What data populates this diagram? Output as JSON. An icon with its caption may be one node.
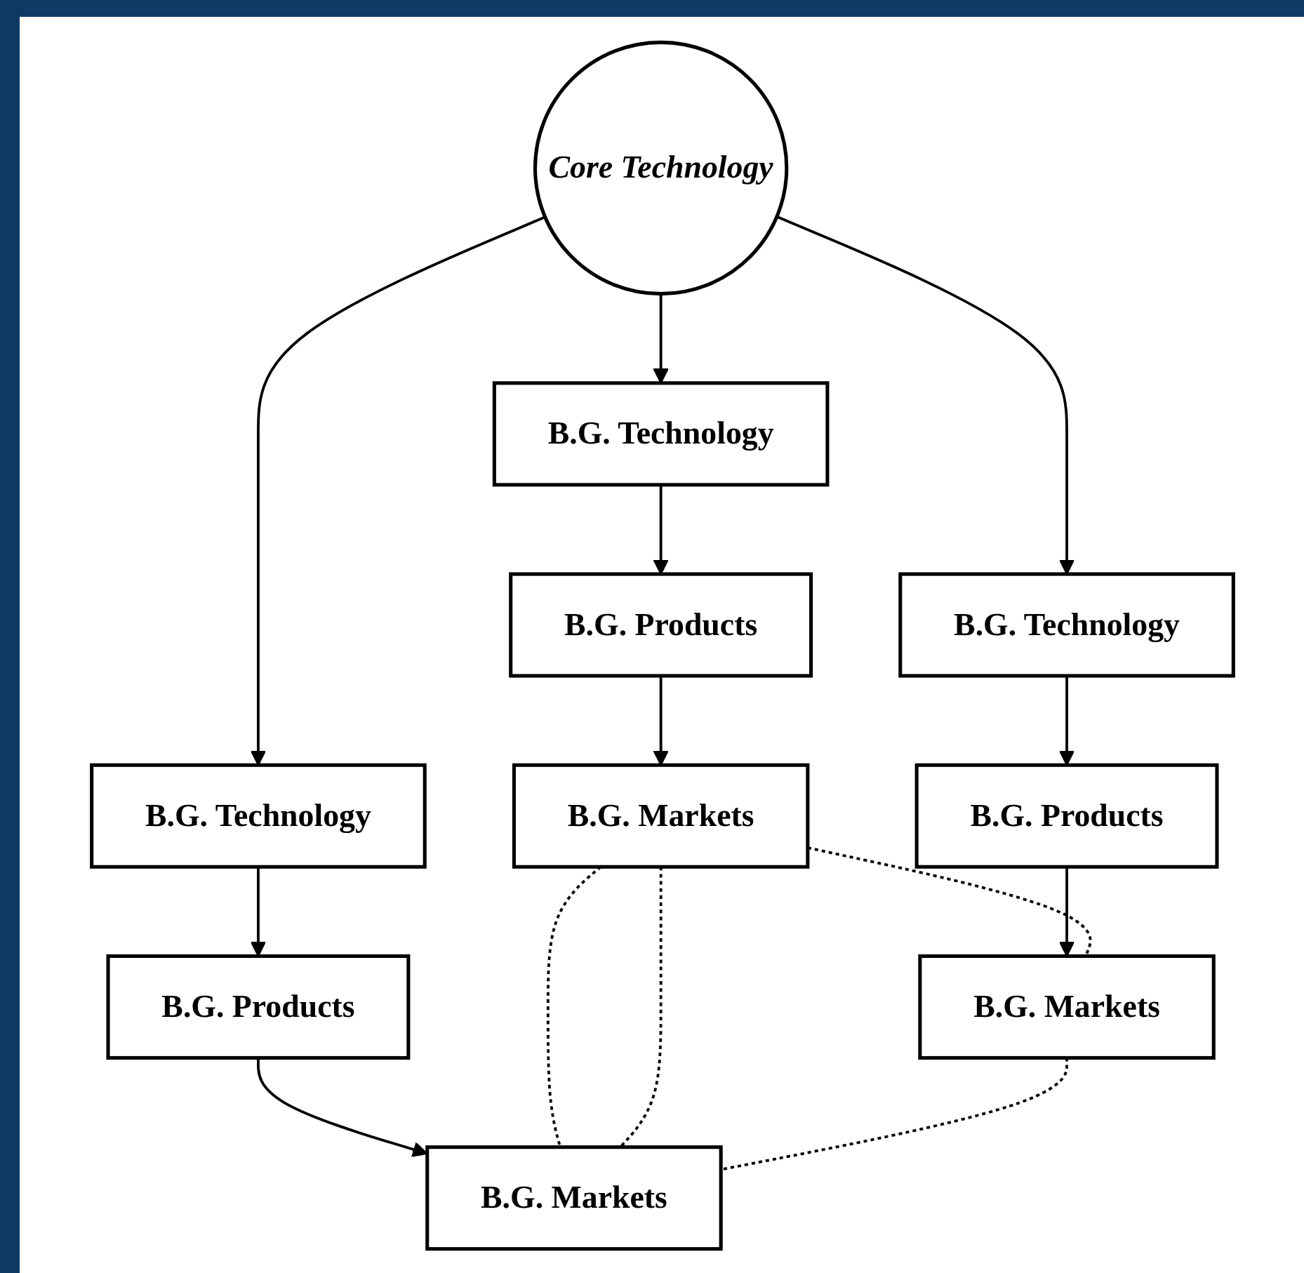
{
  "diagram": {
    "nodes": [
      {
        "text": [
          "Core Technology"
        ]
      },
      {
        "text": [
          "B.G. Technology"
        ]
      },
      {
        "text": [
          "B.G. Products"
        ]
      },
      {
        "text": [
          "B.G. Markets"
        ]
      },
      {
        "text": [
          "B.G. Technology"
        ]
      },
      {
        "text": [
          "B.G. Products"
        ]
      },
      {
        "text": [
          "B.G. Markets"
        ]
      },
      {
        "text": [
          "B.G. Technology"
        ]
      },
      {
        "text": [
          "B.G. Products"
        ]
      },
      {
        "text": [
          "B.G. Markets"
        ]
      }
    ],
    "edges": [
      {
        "from": 0,
        "to": 1,
        "arrow": "to"
      },
      {
        "from": 1,
        "to": 2,
        "arrow": "to"
      },
      {
        "from": 2,
        "to": 3,
        "arrow": "to"
      },
      {
        "from": 0,
        "to": 4,
        "arrow": "to"
      },
      {
        "from": 4,
        "to": 5,
        "arrow": "to"
      },
      {
        "from": 5,
        "to": 6,
        "arrow": "to"
      },
      {
        "from": 0,
        "to": 7,
        "arrow": "to"
      },
      {
        "from": 7,
        "to": 8,
        "arrow": "to"
      },
      {
        "from": 8,
        "to": 9,
        "arrow": "to"
      },
      {
        "from": 3,
        "to": 6,
        "arrow": "none",
        "style": "dashed"
      },
      {
        "from": 3,
        "to": 6,
        "arrow": "none",
        "style": "dashed"
      },
      {
        "from": 3,
        "to": 9,
        "arrow": "none",
        "style": "dashed"
      },
      {
        "from": 9,
        "to": 6,
        "arrow": "none",
        "style": "dashed"
      }
    ]
  }
}
